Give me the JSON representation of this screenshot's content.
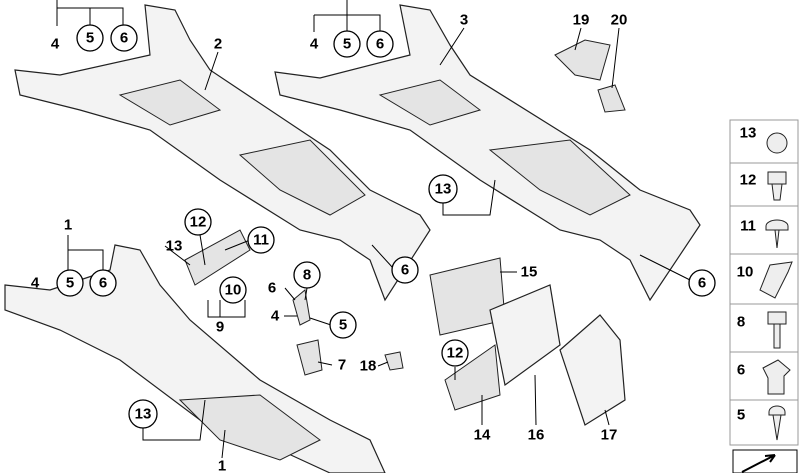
{
  "callouts": {
    "a4": "4",
    "a5": "5",
    "a6": "6",
    "a2": "2",
    "b4": "4",
    "b5": "5",
    "b6": "6",
    "b3": "3",
    "b19": "19",
    "b20": "20",
    "c1": "1",
    "c4": "4",
    "c5": "5",
    "c6": "6",
    "d12": "12",
    "d13": "13",
    "d11": "11",
    "d10": "10",
    "d9": "9",
    "e6": "6",
    "e8": "8",
    "e4": "4",
    "e5": "5",
    "e7": "7",
    "e18": "18",
    "f13": "13",
    "f1": "1",
    "g13": "13",
    "g6": "6",
    "g15": "15",
    "g6b": "6",
    "g12": "12",
    "g14": "14",
    "g16": "16",
    "g17": "17"
  },
  "fastener_list": [
    "13",
    "12",
    "11",
    "10",
    "8",
    "6",
    "5"
  ]
}
